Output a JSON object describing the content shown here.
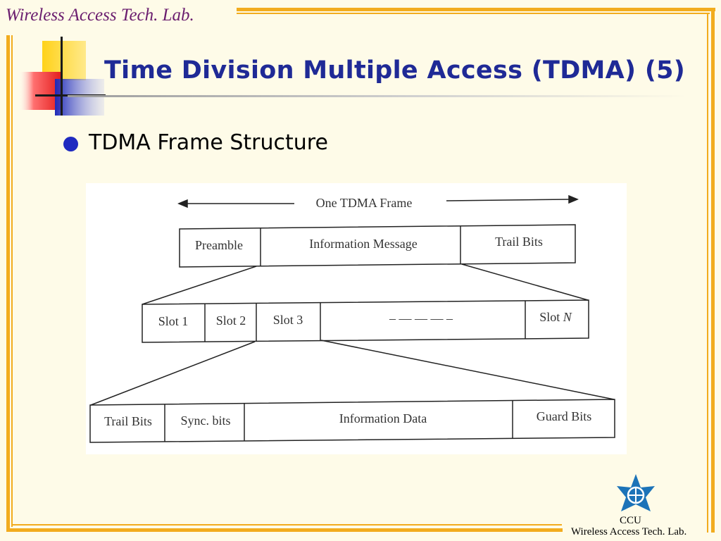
{
  "header": {
    "lab_name": "Wireless Access Tech. Lab.",
    "title": "Time Division Multiple Access (TDMA) (5)"
  },
  "bullet": {
    "text": "TDMA Frame Structure"
  },
  "diagram": {
    "frame_label": "One TDMA Frame",
    "frame_fields": [
      "Preamble",
      "Information Message",
      "Trail Bits"
    ],
    "slots": [
      "Slot 1",
      "Slot 2",
      "Slot 3",
      "– — — — –",
      "Slot N"
    ],
    "slot_fields": [
      "Trail Bits",
      "Sync. bits",
      "Information Data",
      "Guard Bits"
    ]
  },
  "footer": {
    "logo_text": "CCU",
    "lab_name": "Wireless Access Tech. Lab."
  },
  "colors": {
    "title": "#1f2a96",
    "border": "#f2ac1e",
    "lab_name": "#6a1d6e",
    "bullet": "#1f2ac0"
  }
}
